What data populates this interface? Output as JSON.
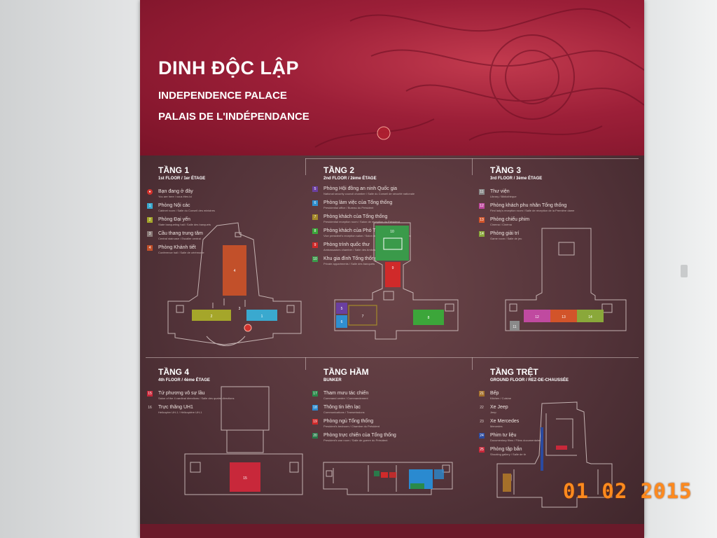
{
  "banner": {
    "title_vi": "DINH ĐỘC LẬP",
    "title_en": "INDEPENDENCE PALACE",
    "title_fr": "PALAIS DE L'INDÉPENDANCE"
  },
  "floors": [
    {
      "heading": "TẦNG 1",
      "subheading": "1st FLOOR / 1er ÉTAGE",
      "items": [
        {
          "num": "●",
          "color": "#d2322d",
          "label": "Bạn đang ở đây",
          "sub": "You are here / vous êtes ici"
        },
        {
          "num": "1",
          "color": "#3aa9cf",
          "label": "Phòng Nội các",
          "sub": "Cabinet room / Salle du Conseil des ministres"
        },
        {
          "num": "2",
          "color": "#a5a62a",
          "label": "Phòng Đại yến",
          "sub": "State banqueting hall / Salle des banquets"
        },
        {
          "num": "3",
          "color": "#8a7a78",
          "label": "Cầu thang trung tâm",
          "sub": "Central staircase / Escalier central"
        },
        {
          "num": "4",
          "color": "#c2502a",
          "label": "Phòng Khánh tiết",
          "sub": "Conference hall / Salle de cérémonie"
        }
      ]
    },
    {
      "heading": "TẦNG 2",
      "subheading": "2nd FLOOR / 2ème ÉTAGE",
      "items": [
        {
          "num": "5",
          "color": "#6b3fa0",
          "label": "Phòng Hội đồng an ninh Quốc gia",
          "sub": "National security council chamber / Salle du Conseil de sécurité nationale"
        },
        {
          "num": "6",
          "color": "#2f8fd0",
          "label": "Phòng làm việc của Tổng thống",
          "sub": "Presidential office / Bureau du Président"
        },
        {
          "num": "7",
          "color": "#a58a2a",
          "label": "Phòng khách của Tổng thống",
          "sub": "Presidential reception room / Salon de réception du Président"
        },
        {
          "num": "8",
          "color": "#3ca63a",
          "label": "Phòng khách của Phó Tổng thống",
          "sub": "Vice president's reception salon / Salon de réception du Vice président"
        },
        {
          "num": "9",
          "color": "#d02a2a",
          "label": "Phòng trình quốc thư",
          "sub": "Ambassadors chamber / Salle des Ambassadeurs"
        },
        {
          "num": "10",
          "color": "#3a9a4a",
          "label": "Khu gia đình Tổng thống",
          "sub": "Private appartments / Salle des banquets"
        }
      ]
    },
    {
      "heading": "TẦNG 3",
      "subheading": "3rd FLOOR / 3ème ÉTAGE",
      "items": [
        {
          "num": "11",
          "color": "#8a8a8a",
          "label": "Thư viện",
          "sub": "Library / Bibliothèque"
        },
        {
          "num": "12",
          "color": "#c04aa0",
          "label": "Phòng khách phu nhân Tổng thống",
          "sub": "First lady's reception room / Salle de réception de la Première dame"
        },
        {
          "num": "13",
          "color": "#d2542a",
          "label": "Phòng chiếu phim",
          "sub": "Cinema / Cinéma"
        },
        {
          "num": "14",
          "color": "#8aa83a",
          "label": "Phòng giải trí",
          "sub": "Game room / Salle de jeu"
        }
      ]
    },
    {
      "heading": "TẦNG 4",
      "subheading": "4th FLOOR / 4ème ÉTAGE",
      "items": [
        {
          "num": "15",
          "color": "#c8283a",
          "label": "Tứ phương vô sự lầu",
          "sub": "Salon of the 4 cardinal directions / Salle des quatre directions"
        },
        {
          "num": "16",
          "color": "#54343a",
          "label": "Trực thăng UH1",
          "sub": "Helicopter UH-1 / Hélicoptère UH-1"
        }
      ]
    },
    {
      "heading": "TẦNG HẦM",
      "subheading": "BUNKER",
      "items": [
        {
          "num": "17",
          "color": "#2a8a4a",
          "label": "Tham mưu tác chiến",
          "sub": "Command centre / Commandement"
        },
        {
          "num": "18",
          "color": "#2a8ad0",
          "label": "Thông tin liên lạc",
          "sub": "Communications / Transmissions"
        },
        {
          "num": "19",
          "color": "#d02a2a",
          "label": "Phòng ngủ Tổng thống",
          "sub": "President's bedroom / Chambre du Président"
        },
        {
          "num": "20",
          "color": "#2a7a4a",
          "label": "Phòng trực chiến của Tổng thống",
          "sub": "President's war room / Salle de guerre du Président"
        }
      ]
    },
    {
      "heading": "TẦNG TRỆT",
      "subheading": "GROUND FLOOR / REZ-DE-CHAUSSÉE",
      "items": [
        {
          "num": "21",
          "color": "#a5702a",
          "label": "Bếp",
          "sub": "Kitchen / Cuisine"
        },
        {
          "num": "22",
          "color": "#54343a",
          "label": "Xe Jeep",
          "sub": "Jeep"
        },
        {
          "num": "23",
          "color": "#54343a",
          "label": "Xe Mercedes",
          "sub": "Mercedes"
        },
        {
          "num": "24",
          "color": "#2a4aa0",
          "label": "Phim tư liệu",
          "sub": "Documentary films / Films documentaires"
        },
        {
          "num": "25",
          "color": "#c8283a",
          "label": "Phòng tập bắn",
          "sub": "Shooting gallery / Salle de tir"
        }
      ]
    }
  ],
  "plan_labels": {
    "f1": [
      "4",
      "2",
      "1",
      "3"
    ],
    "f2": [
      "10",
      "9",
      "5",
      "6",
      "7",
      "8"
    ],
    "f3": [
      "11",
      "12",
      "13",
      "14"
    ],
    "f4": [
      "15"
    ]
  },
  "photo_date": "01 02 2015"
}
